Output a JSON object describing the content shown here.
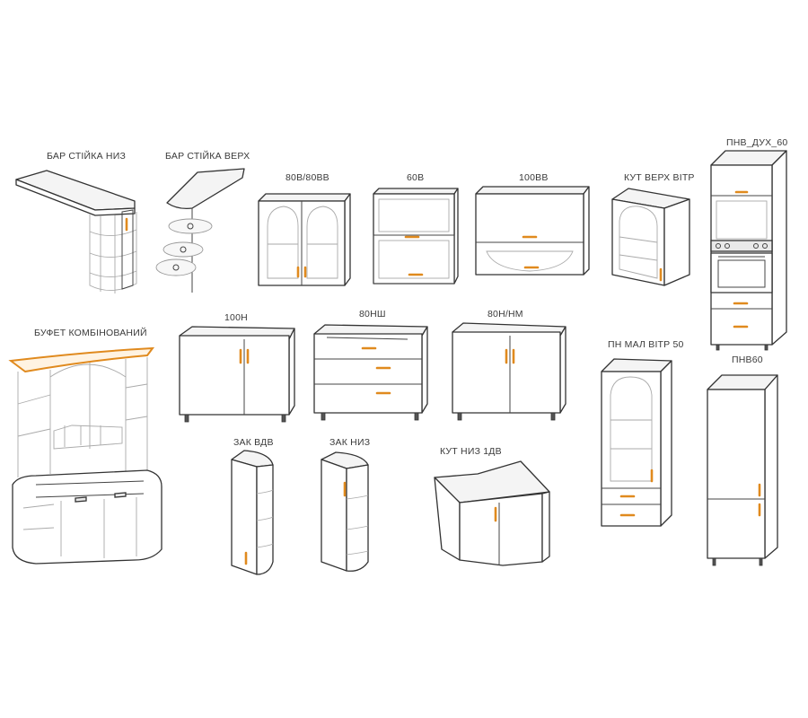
{
  "labels": {
    "bar_stiyka_nyz": "БАР СТІЙКА НИЗ",
    "bar_stiyka_verkh": "БАР СТІЙКА ВЕРХ",
    "c80v": "80В/80ВВ",
    "c60v": "60В",
    "c100vv": "100ВВ",
    "kut_verkh": "КУТ ВЕРХ ВІТР",
    "pnv_dukh": "ПНВ_ДУХ_60",
    "bufet": "БУФЕТ КОМБІНОВАНИЙ",
    "c100n": "100Н",
    "c80nsh": "80НШ",
    "c80nnm": "80Н/НМ",
    "pn_mal": "ПН МАЛ ВІТР 50",
    "pnv60": "ПНВ60",
    "zak_vdv": "ЗАК ВДВ",
    "zak_nyz": "ЗАК НИЗ",
    "kut_nyz": "КУТ НИЗ 1ДВ"
  },
  "colors": {
    "handle": "#e08a1e",
    "outline": "#333333",
    "label": "#3a3a3a"
  }
}
